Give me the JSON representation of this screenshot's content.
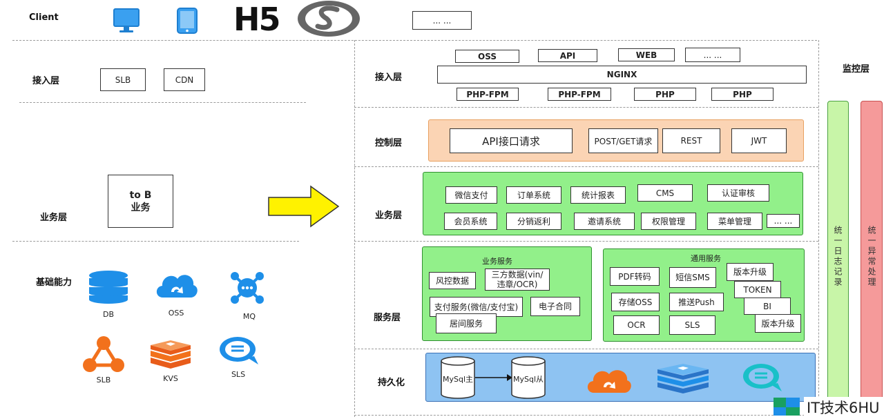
{
  "left": {
    "client_label": "Client",
    "h5_label": "H5",
    "client_more": "... ...",
    "access_label": "接入层",
    "access_items": [
      "SLB",
      "CDN"
    ],
    "business_label": "业务层",
    "tob_line1": "to B",
    "tob_line2": "业务",
    "base_label": "基础能力",
    "base_items": [
      "DB",
      "OSS",
      "MQ",
      "SLB",
      "KVS",
      "SLS"
    ]
  },
  "right": {
    "access_label": "接入层",
    "access_top": [
      "OSS",
      "API",
      "WEB",
      "... ..."
    ],
    "nginx": "NGINX",
    "access_bottom": [
      "PHP-FPM",
      "PHP-FPM",
      "PHP",
      "PHP"
    ],
    "control_label": "控制层",
    "control_items": [
      "API接口请求",
      "POST/GET请求",
      "REST",
      "JWT"
    ],
    "business_label": "业务层",
    "business_row1": [
      "微信支付",
      "订单系统",
      "统计报表",
      "CMS",
      "认证审核"
    ],
    "business_row2": [
      "会员系统",
      "分销返利",
      "邀请系统",
      "权限管理",
      "菜单管理",
      "... ..."
    ],
    "service_label": "服务层",
    "biz_service_title": "业务服务",
    "biz_service_items": [
      "风控数据",
      "三方数据(vin/\n违章/OCR)",
      "支付服务(微信/支付宝)",
      "电子合同",
      "居间服务"
    ],
    "common_service_title": "通用服务",
    "common_service_items": [
      "PDF转码",
      "短信SMS",
      "存储OSS",
      "推送Push",
      "OCR",
      "SLS",
      "版本升级",
      "TOKEN",
      "BI",
      "版本升级"
    ],
    "persist_label": "持久化",
    "mysql_master": "MySql主",
    "mysql_slave": "MySql从",
    "monitor_label": "监控层",
    "monitor_log": "统一日志记录",
    "monitor_error": "统一异常处理"
  },
  "watermark": "IT技术6HU",
  "colors": {
    "control_fill": "#fbd4b4",
    "control_border": "#e8a060",
    "green_fill": "#92f08a",
    "green_border": "#2f8f2f",
    "persist_fill": "#8ec3f2",
    "persist_border": "#3a6fb5",
    "monitor_log_fill": "#c8f5a8",
    "monitor_error_fill": "#f59a9a",
    "icon_blue": "#1e8fe8",
    "icon_orange": "#f2711c",
    "arrow_yellow": "#fff200"
  }
}
